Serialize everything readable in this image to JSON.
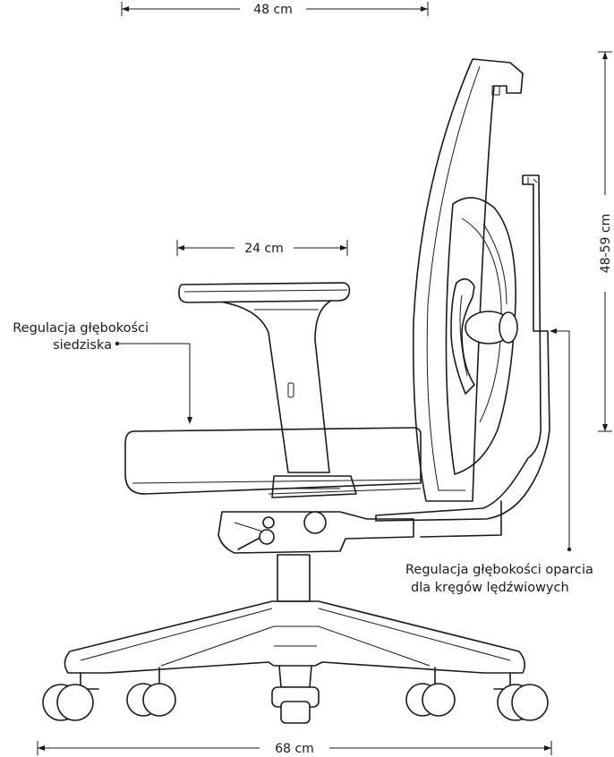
{
  "dimensions": {
    "seat_width": "48 cm",
    "armrest_length": "24 cm",
    "backrest_height": "48-59 cm",
    "base_width": "68 cm"
  },
  "annotations": {
    "seat_depth": {
      "line1": "Regulacja głębokości",
      "line2": "siedziska"
    },
    "lumbar_depth": {
      "line1": "Regulacja głębokości oparcia",
      "line2": "dla kręgów lędźwiowych"
    }
  },
  "colors": {
    "line": "#1a1a1a",
    "background": "#ffffff"
  }
}
